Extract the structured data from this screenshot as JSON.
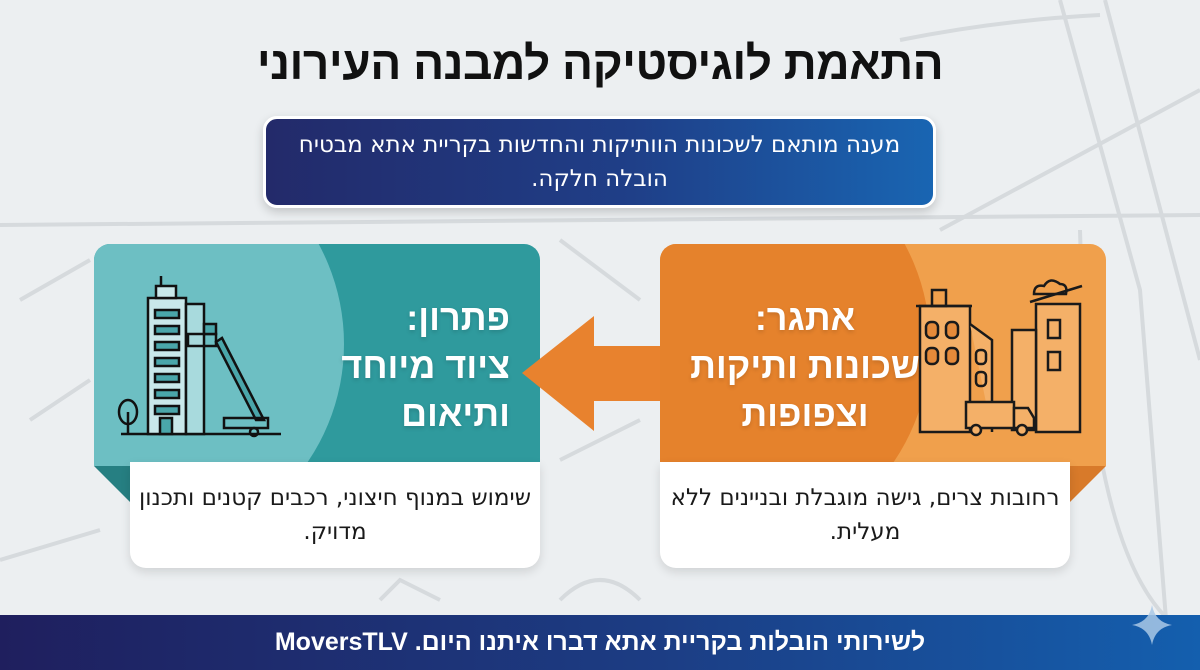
{
  "title": "התאמת לוגיסטיקה למבנה העירוני",
  "subtitle": "מענה מותאם לשכונות הוותיקות והחדשות בקריית אתא מבטיח הובלה חלקה.",
  "challenge": {
    "heading_line1": "אתגר:",
    "heading_line2": "שכונות ותיקות",
    "heading_line3": "וצפופות",
    "description": "רחובות צרים, גישה מוגבלת ובניינים ללא מעלית.",
    "icon": "old-city-street-truck-icon",
    "color": "#f0a04c"
  },
  "solution": {
    "heading_line1": "פתרון:",
    "heading_line2": "ציוד מיוחד",
    "heading_line3": "ותיאום",
    "description": "שימוש במנוף חיצוני, רכבים קטנים ותכנון מדויק.",
    "icon": "building-crane-lift-icon",
    "color": "#2f9a9d"
  },
  "arrow": {
    "icon": "arrow-left-icon",
    "color": "#e8822e"
  },
  "footer": {
    "text": "לשירותי הובלות בקריית אתא דברו איתנו היום. MoversTLV",
    "icon": "sparkle-icon"
  },
  "colors": {
    "navy": "#232a6a",
    "blue": "#1965b2",
    "teal": "#2f9a9d",
    "teal_light": "#6dbfc3",
    "orange": "#f0a04c",
    "orange_dark": "#e5822c"
  }
}
